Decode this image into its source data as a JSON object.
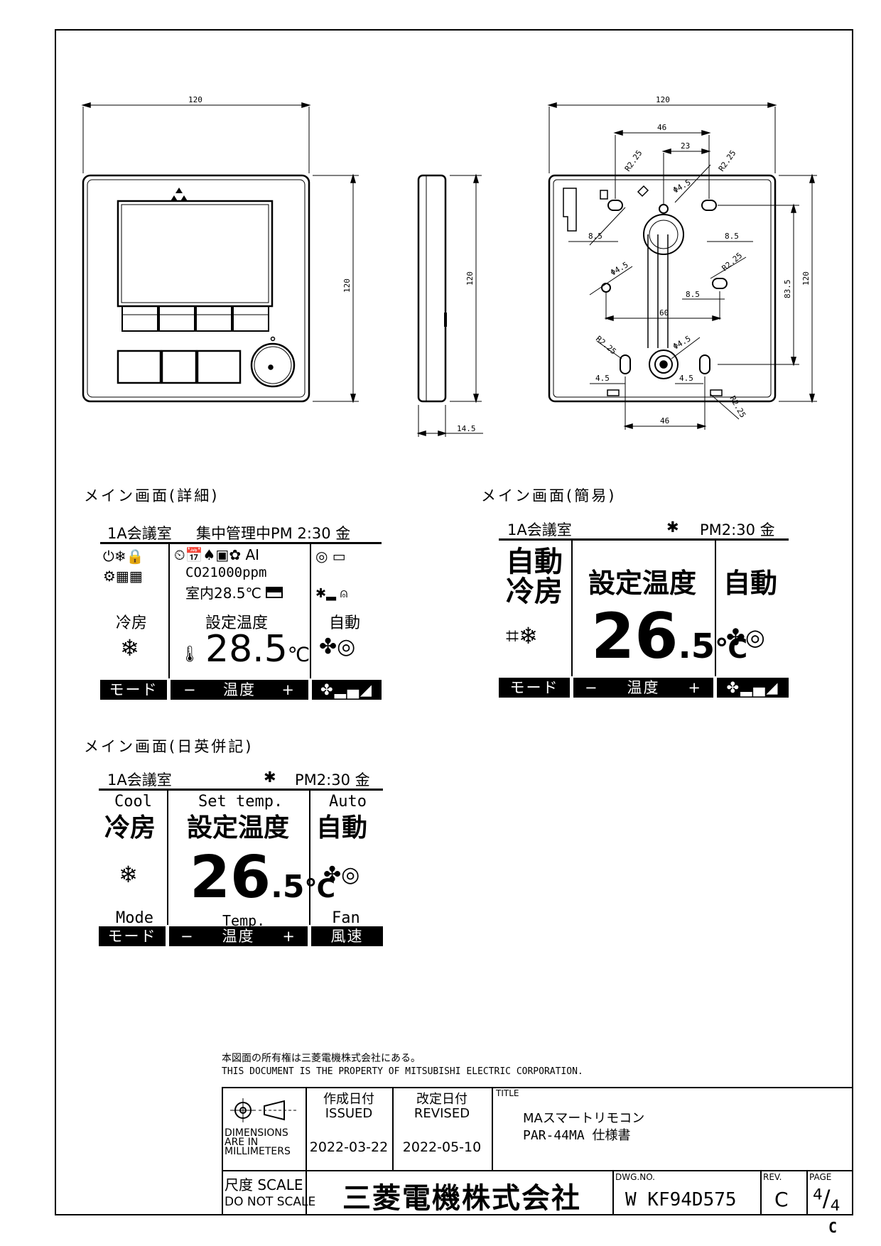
{
  "drawing": {
    "front_width": "120",
    "front_height": "120",
    "side_height": "120",
    "side_depth": "14.5",
    "brand_mark": "MITSUBISHI",
    "back": {
      "width": "120",
      "height": "120",
      "h835": "83.5",
      "d46_top": "46",
      "d23": "23",
      "r225": "R2.25",
      "d45": "4.5",
      "d85": "8.5",
      "phi45": "Φ4.5",
      "d60": "60",
      "d46_bottom": "46"
    }
  },
  "screens": {
    "detail": {
      "caption": "メイン画面(詳細)",
      "room": "1A会議室",
      "status": "集中管理中PM 2:30 金",
      "ai": "AI",
      "co2": "CO21000ppm",
      "indoor": "室内28.5℃",
      "mode_jp": "冷房",
      "set_temp_jp": "設定温度",
      "fan_jp": "自動",
      "temp_value": "28.5",
      "temp_unit": "℃",
      "btn_mode": "モード",
      "btn_temp_minus": "−",
      "btn_temp_label": "温度",
      "btn_temp_plus": "+"
    },
    "simple": {
      "caption": "メイン画面(簡易)",
      "room": "1A会議室",
      "time": "PM2:30 金",
      "mode_line1": "自動",
      "mode_line2": "冷房",
      "set_temp_jp": "設定温度",
      "fan_jp": "自動",
      "temp_int": "26",
      "temp_dec": ".5",
      "temp_unit": "℃",
      "btn_mode": "モード",
      "btn_temp_minus": "−",
      "btn_temp_label": "温度",
      "btn_temp_plus": "+"
    },
    "bilingual": {
      "caption": "メイン画面(日英併記)",
      "room": "1A会議室",
      "time": "PM2:30 金",
      "mode_en": "Cool",
      "mode_jp": "冷房",
      "set_en": "Set temp.",
      "set_jp": "設定温度",
      "fan_en": "Auto",
      "fan_jp": "自動",
      "temp_int": "26",
      "temp_dec": ".5",
      "temp_unit": "℃",
      "label_mode": "Mode",
      "label_temp": "Temp.",
      "label_fan": "Fan",
      "btn_mode": "モード",
      "btn_temp_minus": "−",
      "btn_temp_label": "温度",
      "btn_temp_plus": "+",
      "btn_fan": "風速"
    }
  },
  "title_block": {
    "ownership_jp": "本図面の所有権は三菱電機株式会社にある。",
    "ownership_en": "THIS DOCUMENT IS THE PROPERTY OF MITSUBISHI ELECTRIC CORPORATION.",
    "issued_jp": "作成日付",
    "issued_en": "ISSUED",
    "revised_jp": "改定日付",
    "revised_en": "REVISED",
    "title_label": "TITLE",
    "title_line1": "MAスマートリモコン",
    "title_line2": "PAR-44MA 仕様書",
    "dim_line1": "DIMENSIONS",
    "dim_line2": "ARE IN",
    "dim_line3": "MILLIMETERS",
    "issued_date": "2022-03-22",
    "revised_date": "2022-05-10",
    "scale_jp": "尺度 SCALE",
    "scale_note": "DO NOT SCALE",
    "company": "三菱電機株式会社",
    "dwg_label": "DWG.NO.",
    "dwg_no": "W KF94D575",
    "rev_label": "REV.",
    "rev": "C",
    "page_label": "PAGE",
    "page_num": "4",
    "page_total": "4",
    "corner_rev": "C"
  }
}
